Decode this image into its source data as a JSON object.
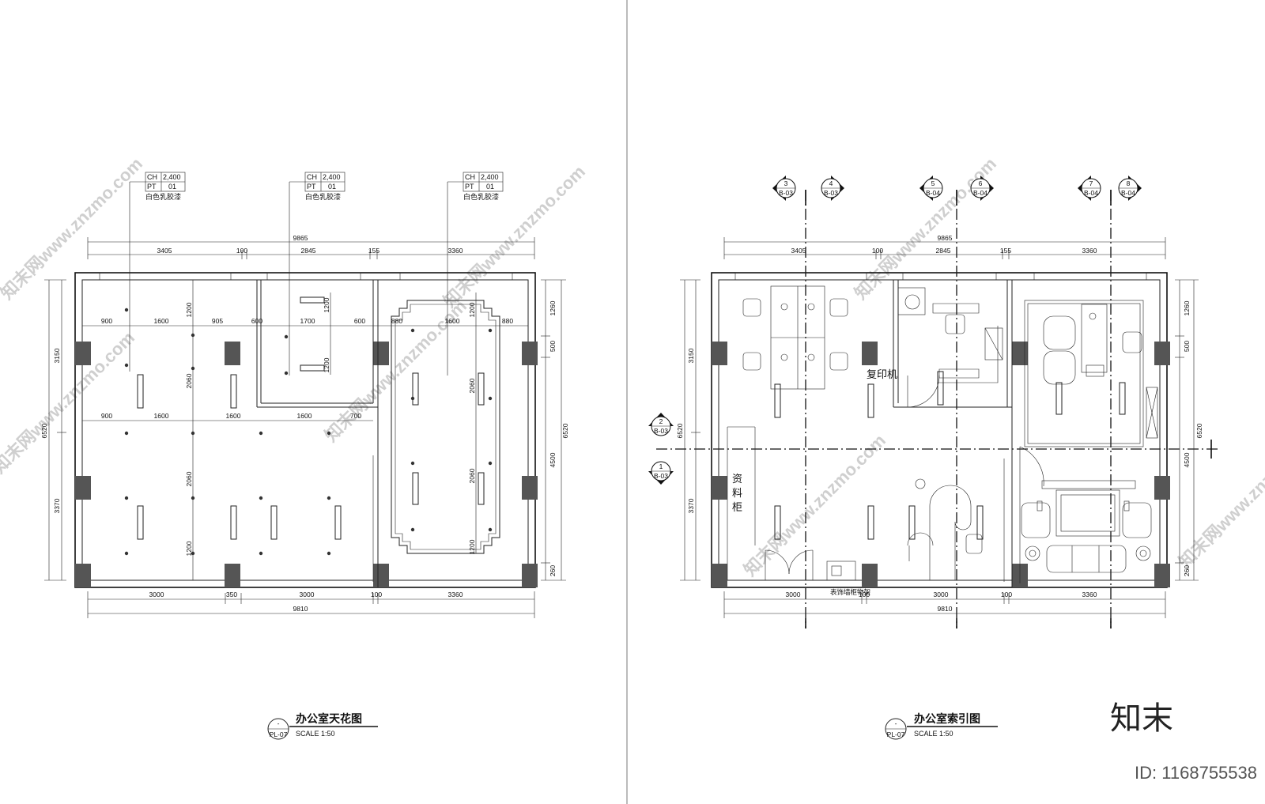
{
  "left_plan": {
    "title": "办公室天花图",
    "scale": "SCALE 1:50",
    "sheet_tag": {
      "top": "-",
      "bottom": "PL-07"
    },
    "ceiling_tags": [
      {
        "ch_label": "CH",
        "ch_value": "2,400",
        "pt_label": "PT",
        "pt_value": "01",
        "finish": "白色乳胶漆"
      },
      {
        "ch_label": "CH",
        "ch_value": "2,400",
        "pt_label": "PT",
        "pt_value": "01",
        "finish": "白色乳胶漆"
      },
      {
        "ch_label": "CH",
        "ch_value": "2,400",
        "pt_label": "PT",
        "pt_value": "01",
        "finish": "白色乳胶漆"
      }
    ],
    "dims_top_total": "9865",
    "dims_top": [
      "3405",
      "100",
      "2845",
      "155",
      "3360"
    ],
    "dims_bottom": [
      "3000",
      "350",
      "3000",
      "100",
      "3360"
    ],
    "dims_bottom_total": "9810",
    "dims_left": [
      "3150",
      "3370"
    ],
    "dims_left_total": "6520",
    "dims_right": [
      "1260",
      "500",
      "4500",
      "260"
    ],
    "dims_right_total": "6520",
    "inner_row1": [
      "900",
      "1600",
      "905",
      "600",
      "1700",
      "600",
      "880",
      "1600",
      "880"
    ],
    "inner_row2": [
      "900",
      "1600",
      "1600",
      "1600",
      "700"
    ],
    "inner_vertical": [
      "1200",
      "2060",
      "2060",
      "1200",
      "1200",
      "1200",
      "1200",
      "2060",
      "2060",
      "1200"
    ]
  },
  "right_plan": {
    "title": "办公室索引图",
    "scale": "SCALE 1:50",
    "sheet_tag": {
      "top": "-",
      "bottom": "PL-07"
    },
    "elevation_markers": [
      {
        "num": "3",
        "sheet": "B-03"
      },
      {
        "num": "4",
        "sheet": "B-03"
      },
      {
        "num": "5",
        "sheet": "B-04"
      },
      {
        "num": "6",
        "sheet": "B-04"
      },
      {
        "num": "7",
        "sheet": "B-04"
      },
      {
        "num": "8",
        "sheet": "B-04"
      },
      {
        "num": "2",
        "sheet": "B-03"
      },
      {
        "num": "1",
        "sheet": "B-03"
      }
    ],
    "dims_top_total": "9865",
    "dims_top": [
      "3405",
      "100",
      "2845",
      "155",
      "3360"
    ],
    "dims_bottom": [
      "3000",
      "100",
      "3000",
      "100",
      "3360"
    ],
    "dims_bottom_total": "9810",
    "dims_left": [
      "3150",
      "3370"
    ],
    "dims_left_total": "6520",
    "dims_right": [
      "1260",
      "500",
      "4500",
      "260"
    ],
    "dims_right_total": "6520",
    "label_copier": "复印机",
    "label_cabinet_1": "资",
    "label_cabinet_2": "料",
    "label_cabinet_3": "柜",
    "label_partial": "表饰墙柜物架"
  },
  "watermarks": [
    "知末网www.znzmo.com"
  ],
  "brand": "知末",
  "image_id": "ID: 1168755538"
}
